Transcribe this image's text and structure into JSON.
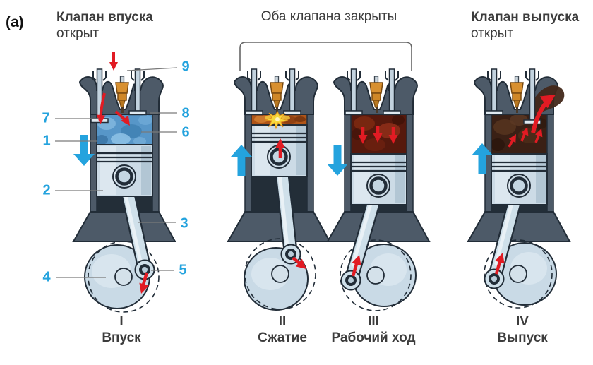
{
  "figure_label": "(a)",
  "captions": {
    "intake": {
      "title": "Клапан впуска",
      "state": "открыт"
    },
    "both": {
      "title": "Оба клапана закрыты"
    },
    "exhaust": {
      "title": "Клапан выпуска",
      "state": "открыт"
    }
  },
  "strokes": [
    {
      "numeral": "I",
      "name": "Впуск"
    },
    {
      "numeral": "II",
      "name": "Сжатие"
    },
    {
      "numeral": "III",
      "name": "Рабочий ход"
    },
    {
      "numeral": "IV",
      "name": "Выпуск"
    }
  ],
  "callouts": [
    {
      "n": "1"
    },
    {
      "n": "2"
    },
    {
      "n": "3"
    },
    {
      "n": "4"
    },
    {
      "n": "5"
    },
    {
      "n": "6"
    },
    {
      "n": "7"
    },
    {
      "n": "8"
    },
    {
      "n": "9"
    }
  ],
  "colors": {
    "accent_cyan": "#24a3de",
    "arrow_red": "#e11b23",
    "metal_dark": "#4d5a68",
    "metal_light": "#ccdbe6",
    "mixture_blue": "#5796c8",
    "compressed_orange": "#b05518",
    "burning_red": "#56190d",
    "exhaust_brown": "#3a2015",
    "flame_yellow": "#f7d93c"
  }
}
